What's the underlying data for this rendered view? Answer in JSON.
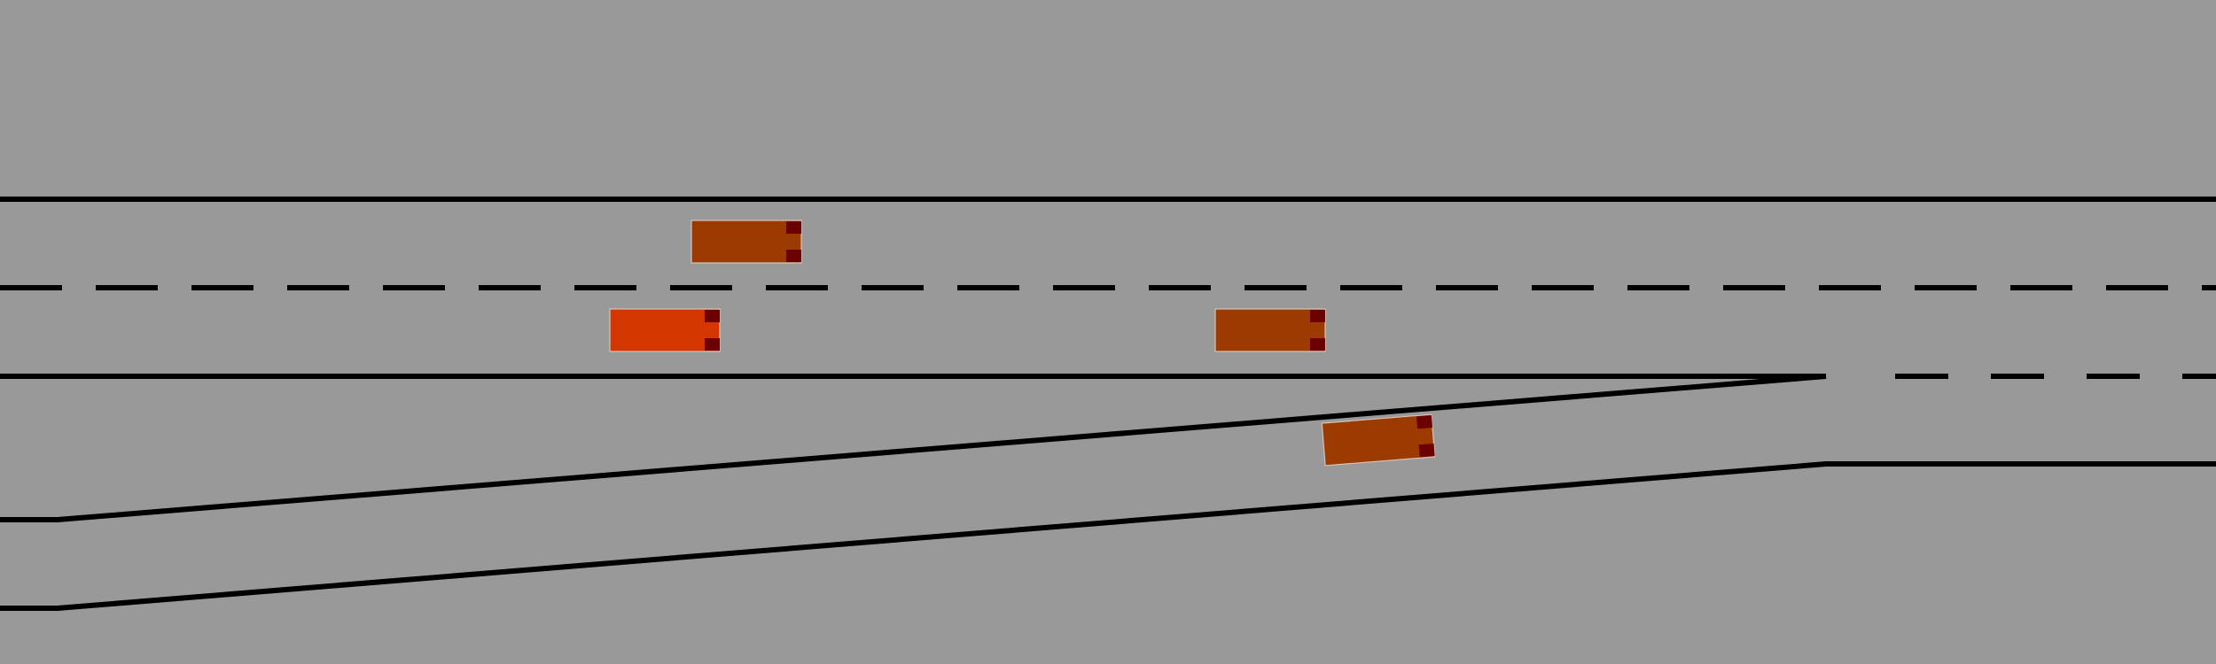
{
  "scene": {
    "background_color": "#999999",
    "line_color": "#000000",
    "road_lines": [
      {
        "name": "lane-line-top-edge",
        "style": "solid"
      },
      {
        "name": "lane-line-center-dashed",
        "style": "dashed"
      },
      {
        "name": "lane-line-bottom-edge",
        "style": "solid"
      },
      {
        "name": "merge-lane-dashed",
        "style": "dashed"
      },
      {
        "name": "ramp-line-upper",
        "style": "solid"
      },
      {
        "name": "ramp-line-lower",
        "style": "solid"
      }
    ],
    "vehicles": [
      {
        "name": "vehicle-top-lane",
        "role": "other",
        "color": "#9b3b00",
        "tail_color": "#6b0000"
      },
      {
        "name": "vehicle-ego",
        "role": "ego",
        "color": "#d33600",
        "tail_color": "#6b0000"
      },
      {
        "name": "vehicle-middle-lane",
        "role": "other",
        "color": "#9b3b00",
        "tail_color": "#6b0000"
      },
      {
        "name": "vehicle-on-ramp",
        "role": "other",
        "color": "#9b3b00",
        "tail_color": "#6b0000"
      }
    ]
  }
}
